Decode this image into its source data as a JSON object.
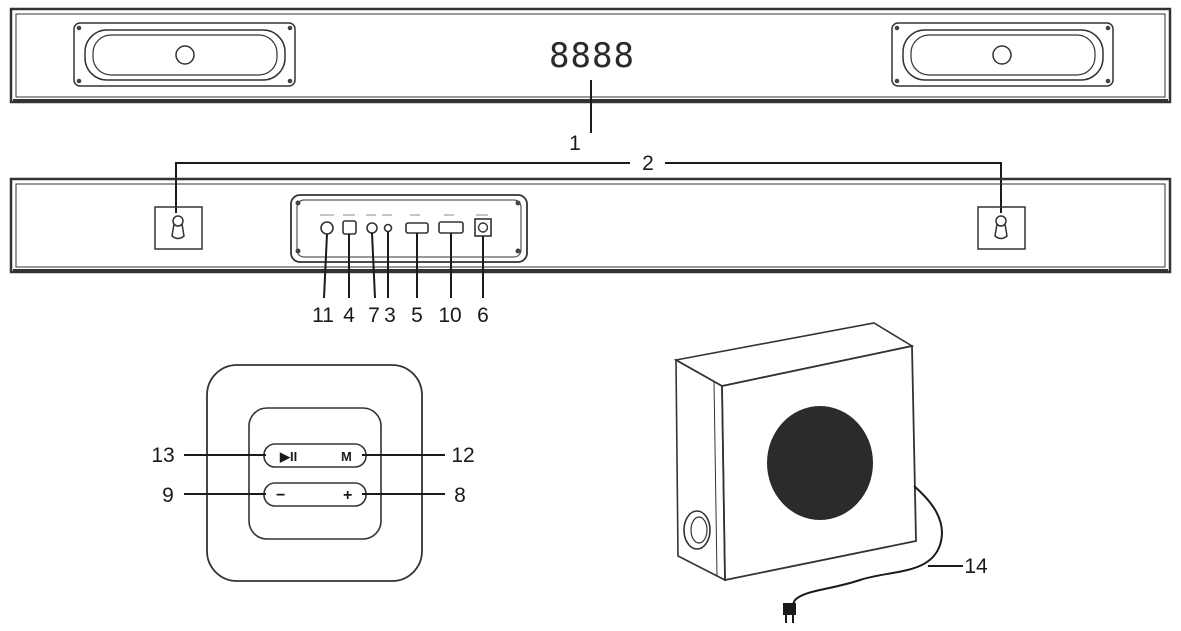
{
  "display": {
    "digits": "8888"
  },
  "callouts": {
    "c1": "1",
    "c2": "2",
    "c3": "3",
    "c4": "4",
    "c5": "5",
    "c6": "6",
    "c7": "7",
    "c8": "8",
    "c9": "9",
    "c10": "10",
    "c11": "11",
    "c12": "12",
    "c13": "13",
    "c14": "14"
  },
  "buttons": {
    "play_pause": "▶II",
    "mode": "M",
    "volume_down": "−",
    "volume_up": "+"
  }
}
